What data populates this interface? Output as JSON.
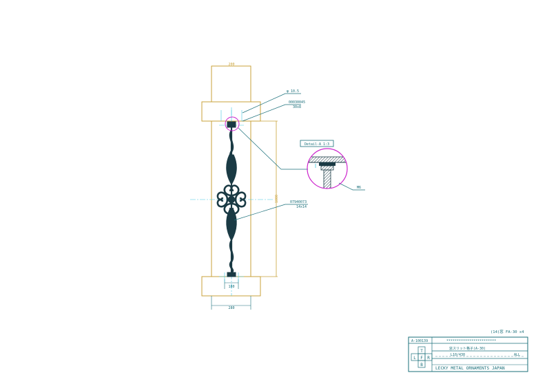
{
  "colors": {
    "outline": "#c9a23a",
    "dimension": "#c9a23a",
    "leader": "#1a6f7a",
    "part": "#1a3a44",
    "highlight": "#cc22cc",
    "centerline": "#44c8e0",
    "titleblock": "#1a6f7a",
    "text": "#1a6f7a"
  },
  "dimensions": {
    "top_width": "200",
    "bottom_inner_width": "180",
    "bottom_outer_width": "280",
    "height": "1000"
  },
  "callouts": {
    "hole": "φ 10.5",
    "top_part_number": "00030045",
    "top_part_size": "30x8",
    "middle_part_number": "07940073",
    "middle_part_size": "14x14",
    "detail_title": "Detail-A 1:3",
    "bolt": "M6"
  },
  "note": "(14)窓 FA-30  x4",
  "titleblock": {
    "drawing_number": "A-100139",
    "title_row": "************************",
    "name": "窓スリット格子(A-30)",
    "row3_left": "L10/430",
    "row3_right": "ALL",
    "company": "LECKY METAL ORNAMENTS JAPAN",
    "grid": [
      "T",
      "L",
      "F",
      "R",
      "B"
    ]
  }
}
